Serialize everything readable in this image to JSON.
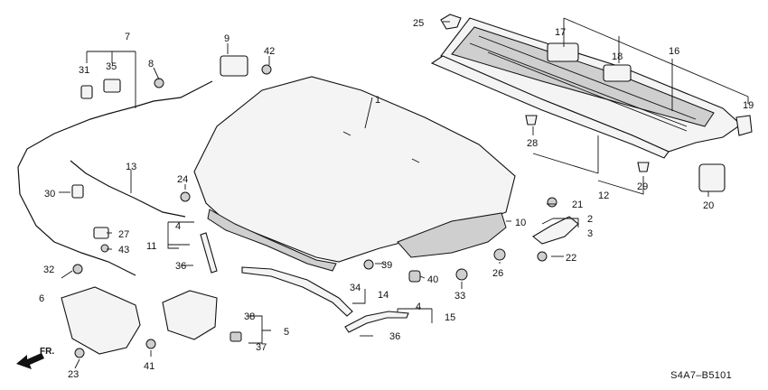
{
  "diagram_code": "S4A7–B5101",
  "direction_label": "FR.",
  "callouts": {
    "c1": "1",
    "c2": "2",
    "c3": "3",
    "c4a": "4",
    "c4b": "4",
    "c5": "5",
    "c6": "6",
    "c7": "7",
    "c8": "8",
    "c9": "9",
    "c10": "10",
    "c11": "11",
    "c12": "12",
    "c13": "13",
    "c14": "14",
    "c15": "15",
    "c16": "16",
    "c17": "17",
    "c18": "18",
    "c19": "19",
    "c20": "20",
    "c21": "21",
    "c22": "22",
    "c23": "23",
    "c24": "24",
    "c25": "25",
    "c26": "26",
    "c27": "27",
    "c28": "28",
    "c29": "29",
    "c30": "30",
    "c31": "31",
    "c32": "32",
    "c33": "33",
    "c34": "34",
    "c35": "35",
    "c36a": "36",
    "c36b": "36",
    "c37": "37",
    "c38": "38",
    "c39": "39",
    "c40": "40",
    "c41": "41",
    "c42": "42",
    "c43": "43"
  }
}
